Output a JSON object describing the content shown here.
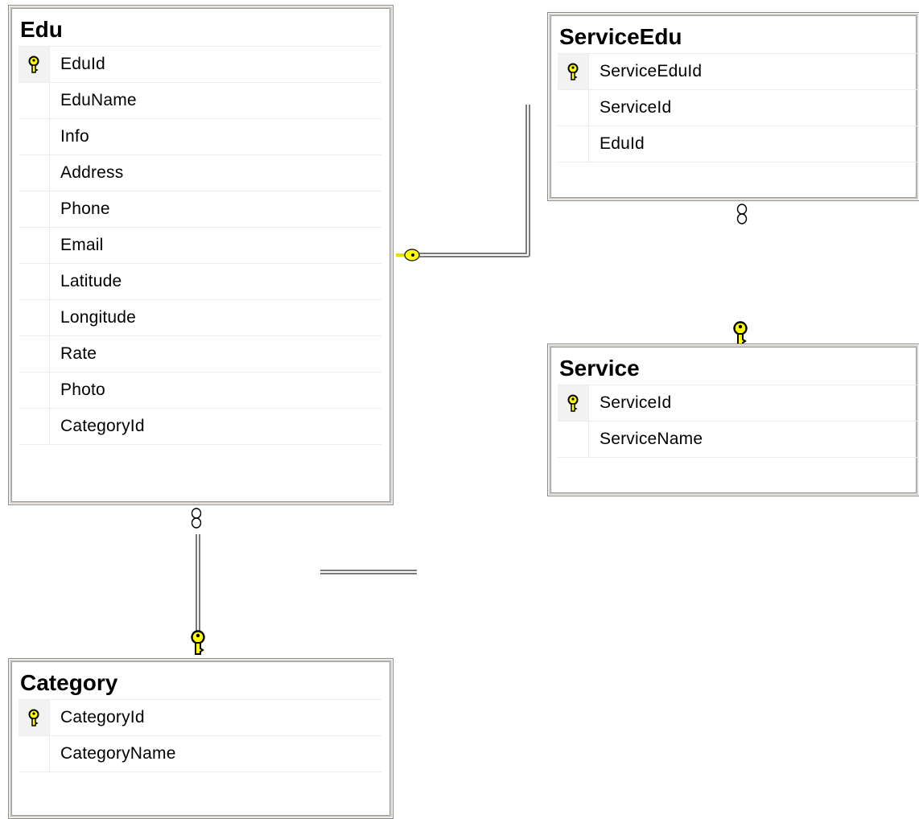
{
  "colors": {
    "canvas": "#ffffff",
    "table_border": "#8a8a8a",
    "connector": "#9a9a9a",
    "key_fill": "#ffff00",
    "grid_line": "#ebebeb"
  },
  "tables": {
    "edu": {
      "title": "Edu",
      "columns": [
        {
          "name": "EduId",
          "primary_key": true
        },
        {
          "name": "EduName"
        },
        {
          "name": "Info"
        },
        {
          "name": "Address"
        },
        {
          "name": "Phone"
        },
        {
          "name": "Email"
        },
        {
          "name": "Latitude"
        },
        {
          "name": "Longitude"
        },
        {
          "name": "Rate"
        },
        {
          "name": "Photo"
        },
        {
          "name": "CategoryId"
        }
      ]
    },
    "service_edu": {
      "title": "ServiceEdu",
      "columns": [
        {
          "name": "ServiceEduId",
          "primary_key": true
        },
        {
          "name": "ServiceId"
        },
        {
          "name": "EduId"
        }
      ]
    },
    "service": {
      "title": "Service",
      "columns": [
        {
          "name": "ServiceId",
          "primary_key": true
        },
        {
          "name": "ServiceName"
        }
      ]
    },
    "category": {
      "title": "Category",
      "columns": [
        {
          "name": "CategoryId",
          "primary_key": true
        },
        {
          "name": "CategoryName"
        }
      ]
    }
  },
  "relationships": [
    {
      "name": "edu-to-serviceedu",
      "one_side": "Edu",
      "many_side": "ServiceEdu"
    },
    {
      "name": "service-to-serviceedu",
      "one_side": "Service",
      "many_side": "ServiceEdu"
    },
    {
      "name": "category-to-edu",
      "one_side": "Category",
      "many_side": "Edu"
    }
  ],
  "icons": {
    "primary_key": "key-icon",
    "one_end": "key-icon",
    "many_end": "infinity-icon"
  }
}
